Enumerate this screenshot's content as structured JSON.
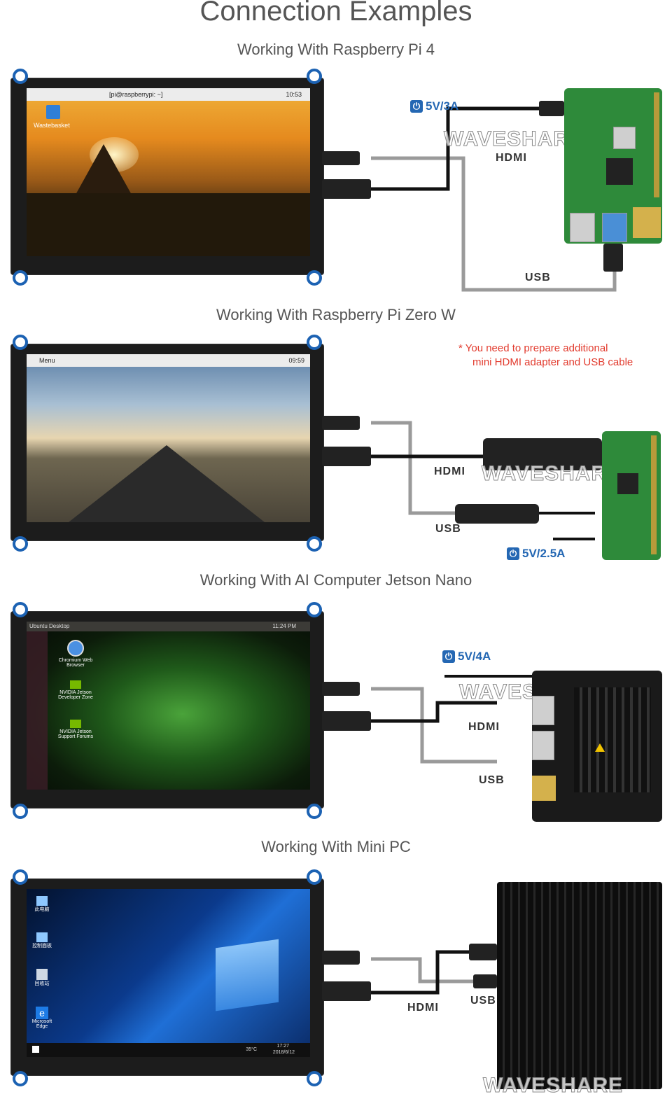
{
  "title": "Connection Examples",
  "sections": [
    {
      "title": "Working With Raspberry Pi 4",
      "power": "5V/3A",
      "labels": {
        "hdmi": "HDMI",
        "usb": "USB"
      },
      "screen": {
        "menu_text": "[pi@raspberrypi: ~]",
        "time": "10:53",
        "desktop_icon": "Wastebasket"
      }
    },
    {
      "title": "Working With Raspberry Pi Zero W",
      "power": "5V/2.5A",
      "labels": {
        "hdmi": "HDMI",
        "usb": "USB"
      },
      "note": [
        "* You need to prepare additional",
        "mini HDMI adapter and USB cable"
      ],
      "screen": {
        "menu_text": "Menu",
        "time": "09:59"
      }
    },
    {
      "title": "Working With AI Computer Jetson Nano",
      "power": "5V/4A",
      "labels": {
        "hdmi": "HDMI",
        "usb": "USB"
      },
      "screen": {
        "menu_text": "Ubuntu Desktop",
        "time": "11:24 PM",
        "icons": [
          "Chromium Web Browser",
          "NVIDIA Jetson Developer Zone",
          "NVIDIA Jetson Support Forums"
        ]
      }
    },
    {
      "title": "Working With Mini PC",
      "labels": {
        "hdmi": "HDMI",
        "usb": "USB"
      },
      "screen": {
        "icons": [
          "此电脑",
          "控制面板",
          "回收站",
          "Microsoft Edge"
        ],
        "time": "17:27",
        "date": "2018/6/12",
        "temp": "35°C"
      }
    }
  ],
  "watermark": "WAVESHARE",
  "colors": {
    "accent": "#2467b3",
    "note": "#e23b2e",
    "cable_usb": "#9a9a9a",
    "cable_hdmi": "#111111",
    "ear": "#1c62b3"
  }
}
